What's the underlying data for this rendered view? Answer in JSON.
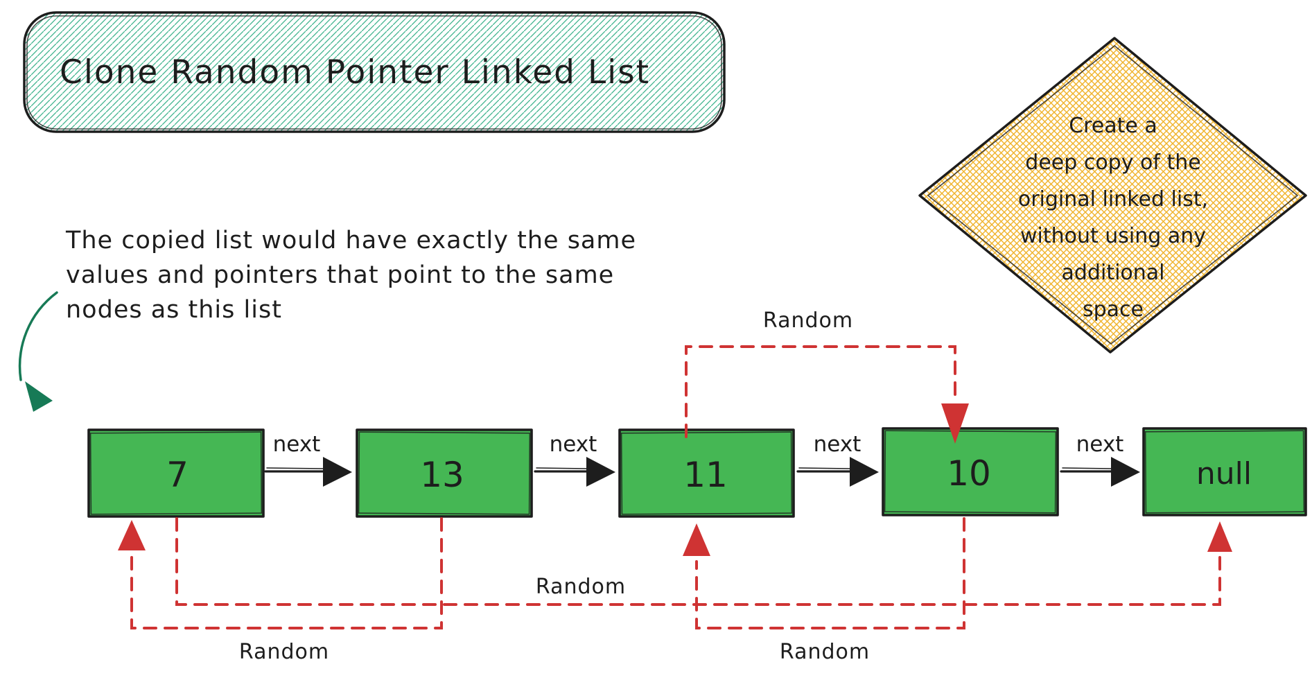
{
  "title": "Clone Random Pointer Linked List",
  "note": {
    "line1": "The copied list would have exactly the same",
    "line2": "values and pointers that point to the same",
    "line3": "nodes as this list"
  },
  "callout": {
    "line1": "Create a",
    "line2": "deep copy of the",
    "line3": "original linked list,",
    "line4": "without using any",
    "line5": "additional",
    "line6": "space"
  },
  "list": {
    "next_label": "next",
    "nodes": [
      {
        "value": "7"
      },
      {
        "value": "13"
      },
      {
        "value": "11"
      },
      {
        "value": "10"
      },
      {
        "value": "null"
      }
    ]
  },
  "random_pointers": [
    {
      "label": "Random",
      "from": "11",
      "to": "10",
      "position": "top"
    },
    {
      "label": "Random",
      "from": "7",
      "to": "null",
      "position": "middle"
    },
    {
      "label": "Random",
      "from": "13",
      "to": "7",
      "position": "bottom-left"
    },
    {
      "label": "Random",
      "from": "10",
      "to": "11",
      "position": "bottom-right"
    }
  ],
  "colors": {
    "node_fill": "#45b754",
    "outline": "#1d1d1d",
    "random_pointer": "#cf3333",
    "note_text": "#177a56",
    "title_hatch": "#3db28c",
    "callout_hatch": "#f0b42e",
    "background": "#ffffff"
  }
}
